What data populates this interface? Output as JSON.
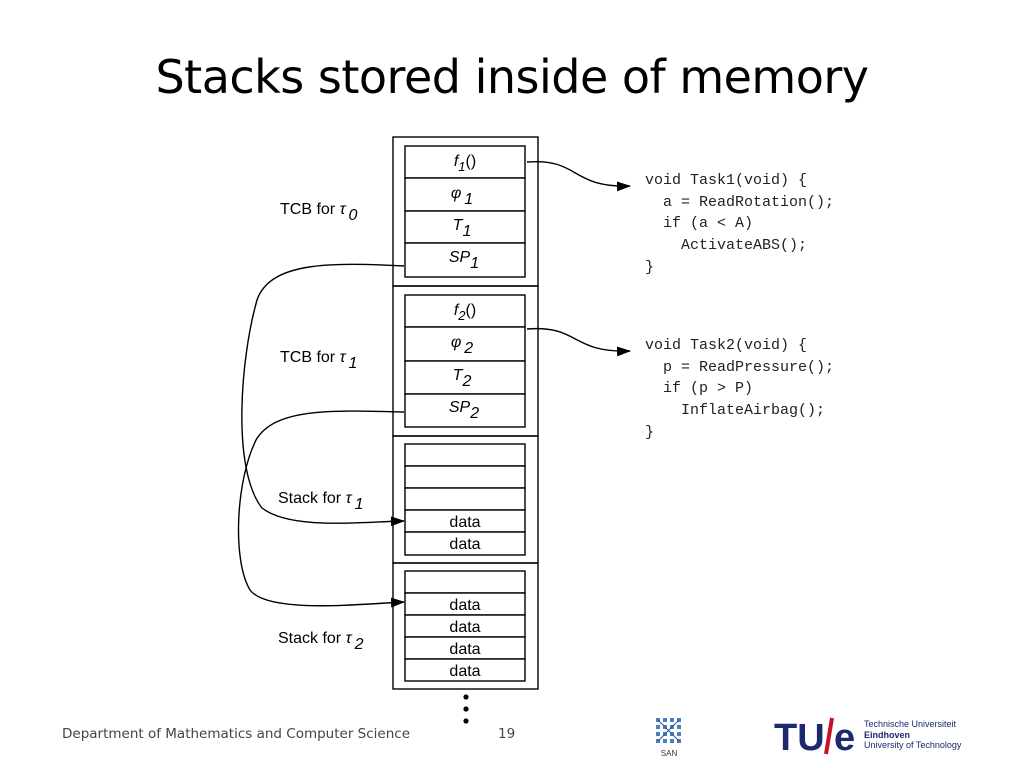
{
  "slide": {
    "title": "Stacks stored inside of memory"
  },
  "diagram": {
    "tcb0": {
      "label_prefix": "TCB for ",
      "label_sym": "τ",
      "label_sub": "0",
      "fields": [
        {
          "base": "f",
          "sub": "1",
          "suffix": "()"
        },
        {
          "base": "φ",
          "sub": "1",
          "suffix": ""
        },
        {
          "base": "T",
          "sub": "1",
          "suffix": ""
        },
        {
          "base": "SP",
          "sub": "1",
          "suffix": ""
        }
      ]
    },
    "tcb1": {
      "label_prefix": "TCB for ",
      "label_sym": "τ",
      "label_sub": "1",
      "fields": [
        {
          "base": "f",
          "sub": "2",
          "suffix": "()"
        },
        {
          "base": "φ",
          "sub": "2",
          "suffix": ""
        },
        {
          "base": "T",
          "sub": "2",
          "suffix": ""
        },
        {
          "base": "SP",
          "sub": "2",
          "suffix": ""
        }
      ]
    },
    "stack1": {
      "label_prefix": "Stack for ",
      "label_sym": "τ",
      "label_sub": "1",
      "cells": [
        "",
        "",
        "",
        "data",
        "data"
      ]
    },
    "stack2": {
      "label_prefix": "Stack for ",
      "label_sym": "τ",
      "label_sub": "2",
      "cells": [
        "",
        "data",
        "data",
        "data",
        "data"
      ]
    },
    "code1": "void Task1(void) {\n  a = ReadRotation();\n  if (a < A)\n    ActivateABS();\n}",
    "code2": "void Task2(void) {\n  p = ReadPressure();\n  if (p > P)\n    InflateAirbag();\n}"
  },
  "footer": {
    "department": "Department of Mathematics and Computer Science",
    "page_number": "19",
    "san_logo_text": "SAN",
    "tue_logo": {
      "mark_left": "TU",
      "mark_right": "e",
      "line1": "Technische Universiteit",
      "line2": "Eindhoven",
      "line3": "University of Technology",
      "color": "#1a2a6c",
      "accent": "#c8102e"
    }
  }
}
